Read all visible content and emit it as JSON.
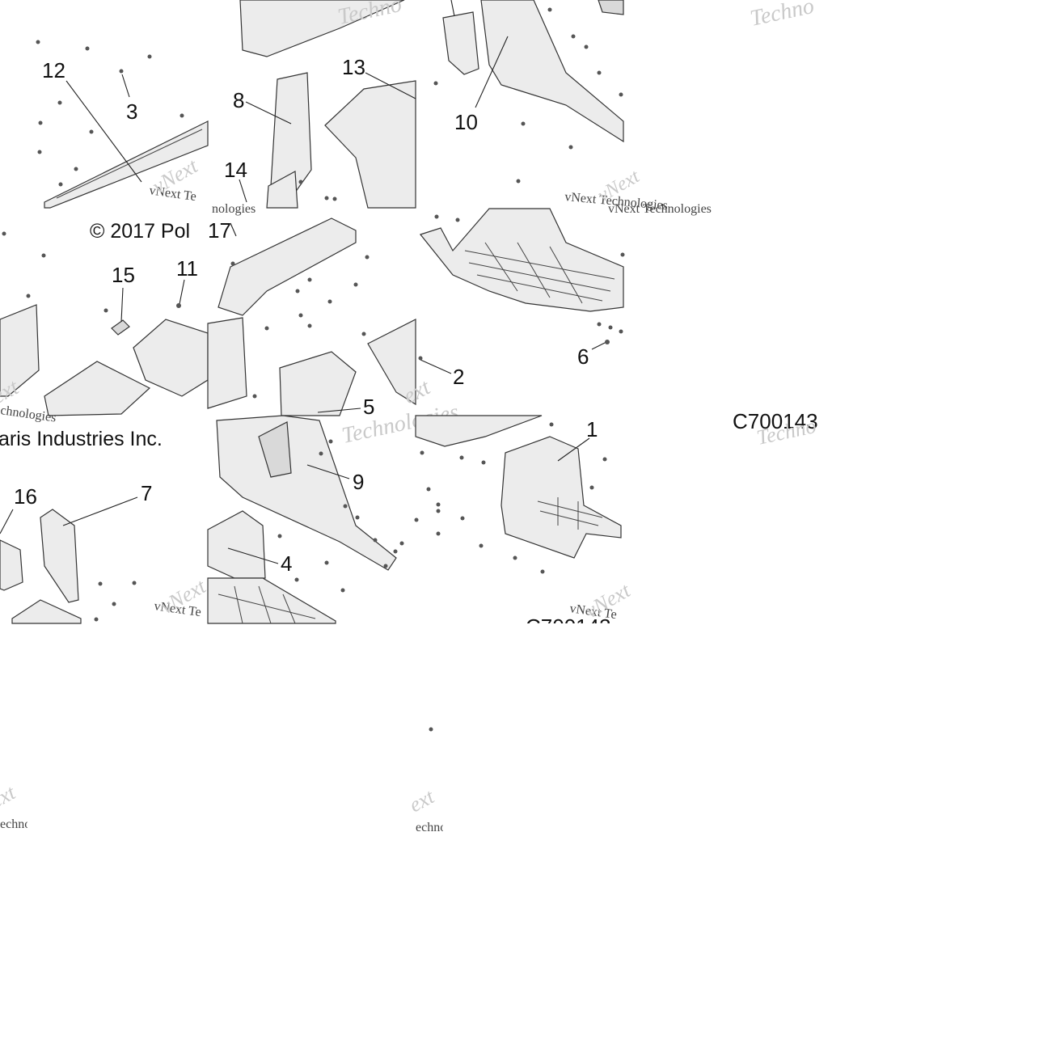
{
  "copyright_left": "© 2017 Pol",
  "copyright_right": "aris Industries Inc.",
  "figure_code": "C700143",
  "figure_code_partial": "C700143",
  "watermarks": {
    "techno": "Techno",
    "vnext": "vNext",
    "vnext_te": "vNext Te",
    "vnext_techno": "vNext Technologies",
    "technologies": "Technologies",
    "ext": "ext",
    "nologies": "nologies",
    "chnologies": "chnologies",
    "echno": "echno"
  },
  "callouts": [
    {
      "id": "1",
      "text": "1"
    },
    {
      "id": "2",
      "text": "2"
    },
    {
      "id": "3",
      "text": "3"
    },
    {
      "id": "4",
      "text": "4"
    },
    {
      "id": "5",
      "text": "5"
    },
    {
      "id": "6",
      "text": "6"
    },
    {
      "id": "7",
      "text": "7"
    },
    {
      "id": "8",
      "text": "8"
    },
    {
      "id": "9",
      "text": "9"
    },
    {
      "id": "10",
      "text": "10"
    },
    {
      "id": "11",
      "text": "11"
    },
    {
      "id": "12",
      "text": "12"
    },
    {
      "id": "13",
      "text": "13"
    },
    {
      "id": "14",
      "text": "14"
    },
    {
      "id": "15",
      "text": "15"
    },
    {
      "id": "16",
      "text": "16"
    },
    {
      "id": "17",
      "text": "17"
    }
  ],
  "colors": {
    "line": "#222222",
    "part_fill": "#ececec",
    "watermark": "#c9c9c9"
  }
}
